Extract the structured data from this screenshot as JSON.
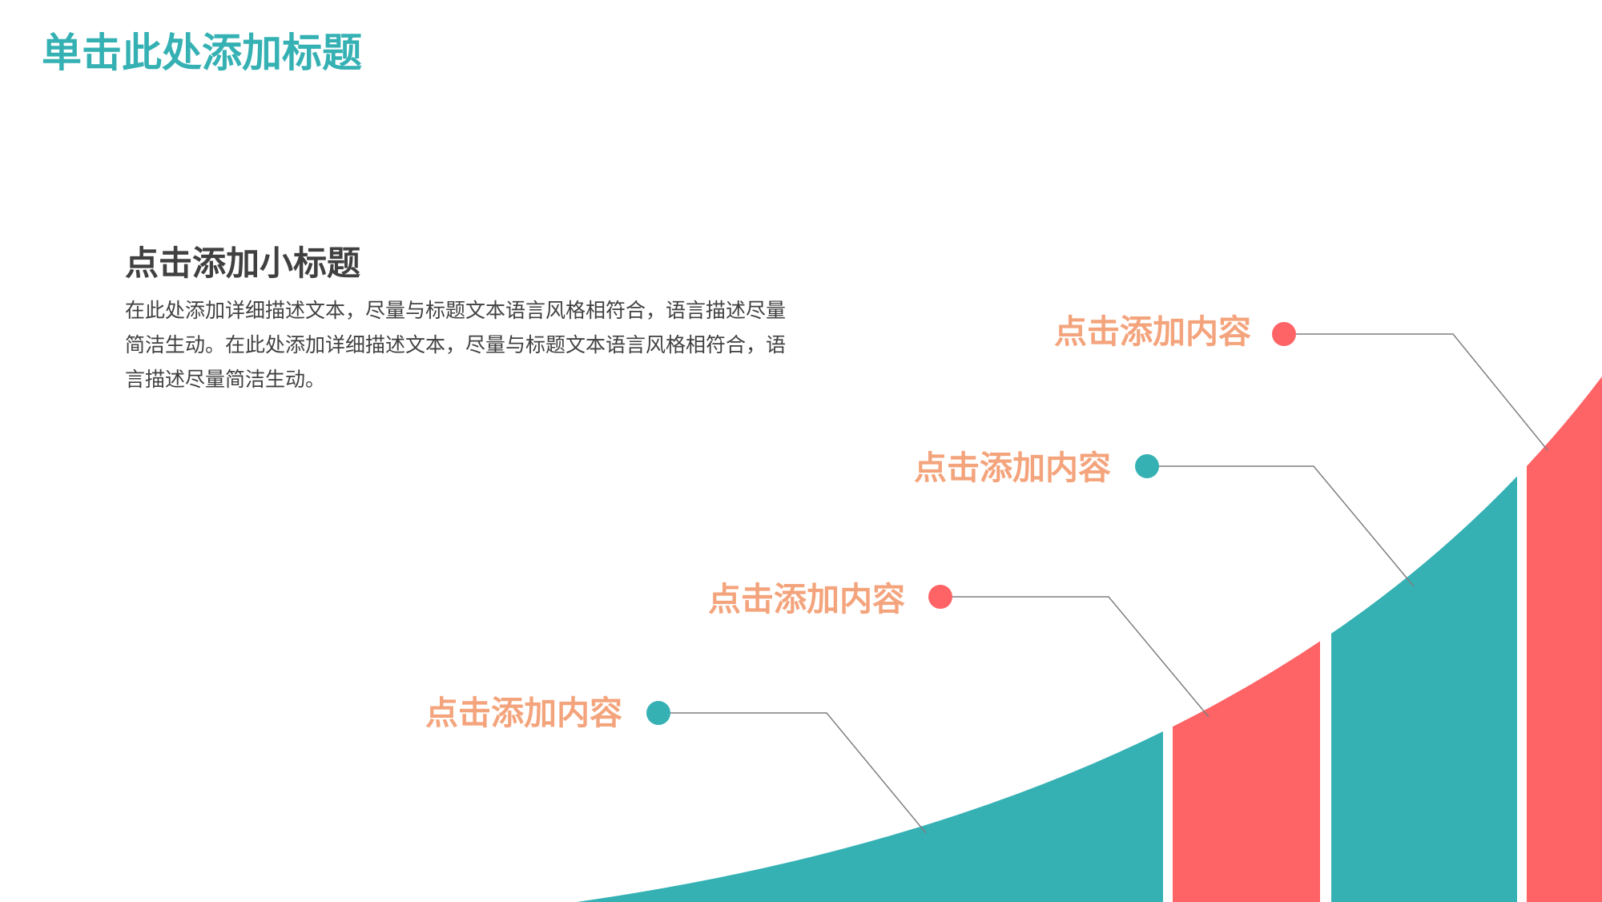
{
  "slide": {
    "title": "单击此处添加标题",
    "subtitle": "点击添加小标题",
    "description": "在此处添加详细描述文本，尽量与标题文本语言风格相符合，语言描述尽量简洁生动。在此处添加详细描述文本，尽量与标题文本语言风格相符合，语言描述尽量简洁生动。"
  },
  "colors": {
    "teal": "#35b1b4",
    "coral": "#fe6466",
    "label": "#f4a47c",
    "connector": "#7f7f7f",
    "text": "#404040"
  },
  "diagram": {
    "callouts": [
      {
        "label": "点击添加内容",
        "color": "teal"
      },
      {
        "label": "点击添加内容",
        "color": "coral"
      },
      {
        "label": "点击添加内容",
        "color": "teal"
      },
      {
        "label": "点击添加内容",
        "color": "coral"
      }
    ]
  }
}
